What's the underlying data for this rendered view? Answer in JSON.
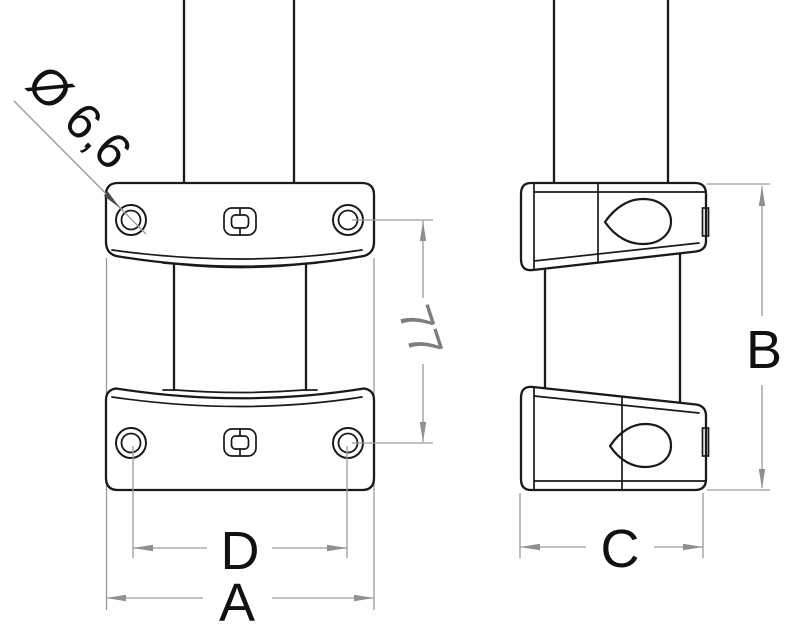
{
  "drawing": {
    "labels": {
      "diameter": "Ø 6,6",
      "spacing": "77",
      "a": "A",
      "b": "B",
      "c": "C",
      "d": "D"
    },
    "colors": {
      "outline": "#1a1a1a",
      "dimension_lines": "#9b9b9b",
      "dimension_number": "#7e7e7e",
      "label_text": "#111111",
      "background": "#ffffff"
    }
  }
}
